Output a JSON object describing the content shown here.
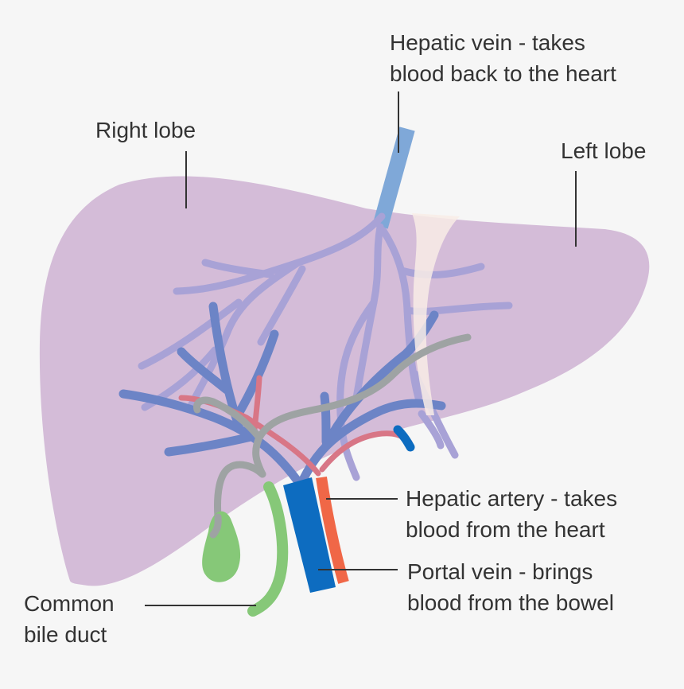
{
  "labels": {
    "hepatic_vein": [
      "Hepatic vein - takes",
      "blood back to the heart"
    ],
    "right_lobe": [
      "Right lobe"
    ],
    "left_lobe": [
      "Left lobe"
    ],
    "hepatic_artery": [
      "Hepatic artery - takes",
      "blood from the heart"
    ],
    "portal_vein": [
      "Portal vein - brings",
      "blood from the bowel"
    ],
    "common_bile_duct": [
      "Common",
      "bile duct"
    ]
  },
  "colors": {
    "background": "#f6f6f6",
    "liver": "#d4bcd8",
    "hepatic_vein": "#7fa8d8",
    "hepatic_vein_branches": "#a8a2d6",
    "portal_vein": "#0d6cc0",
    "portal_vein_branches": "#6c84c6",
    "hepatic_artery": "#f06747",
    "bile_duct": "#9ea3a3",
    "gallbladder": "#86c878",
    "ligament": "#f8ece6",
    "leader_line": "#333333"
  }
}
